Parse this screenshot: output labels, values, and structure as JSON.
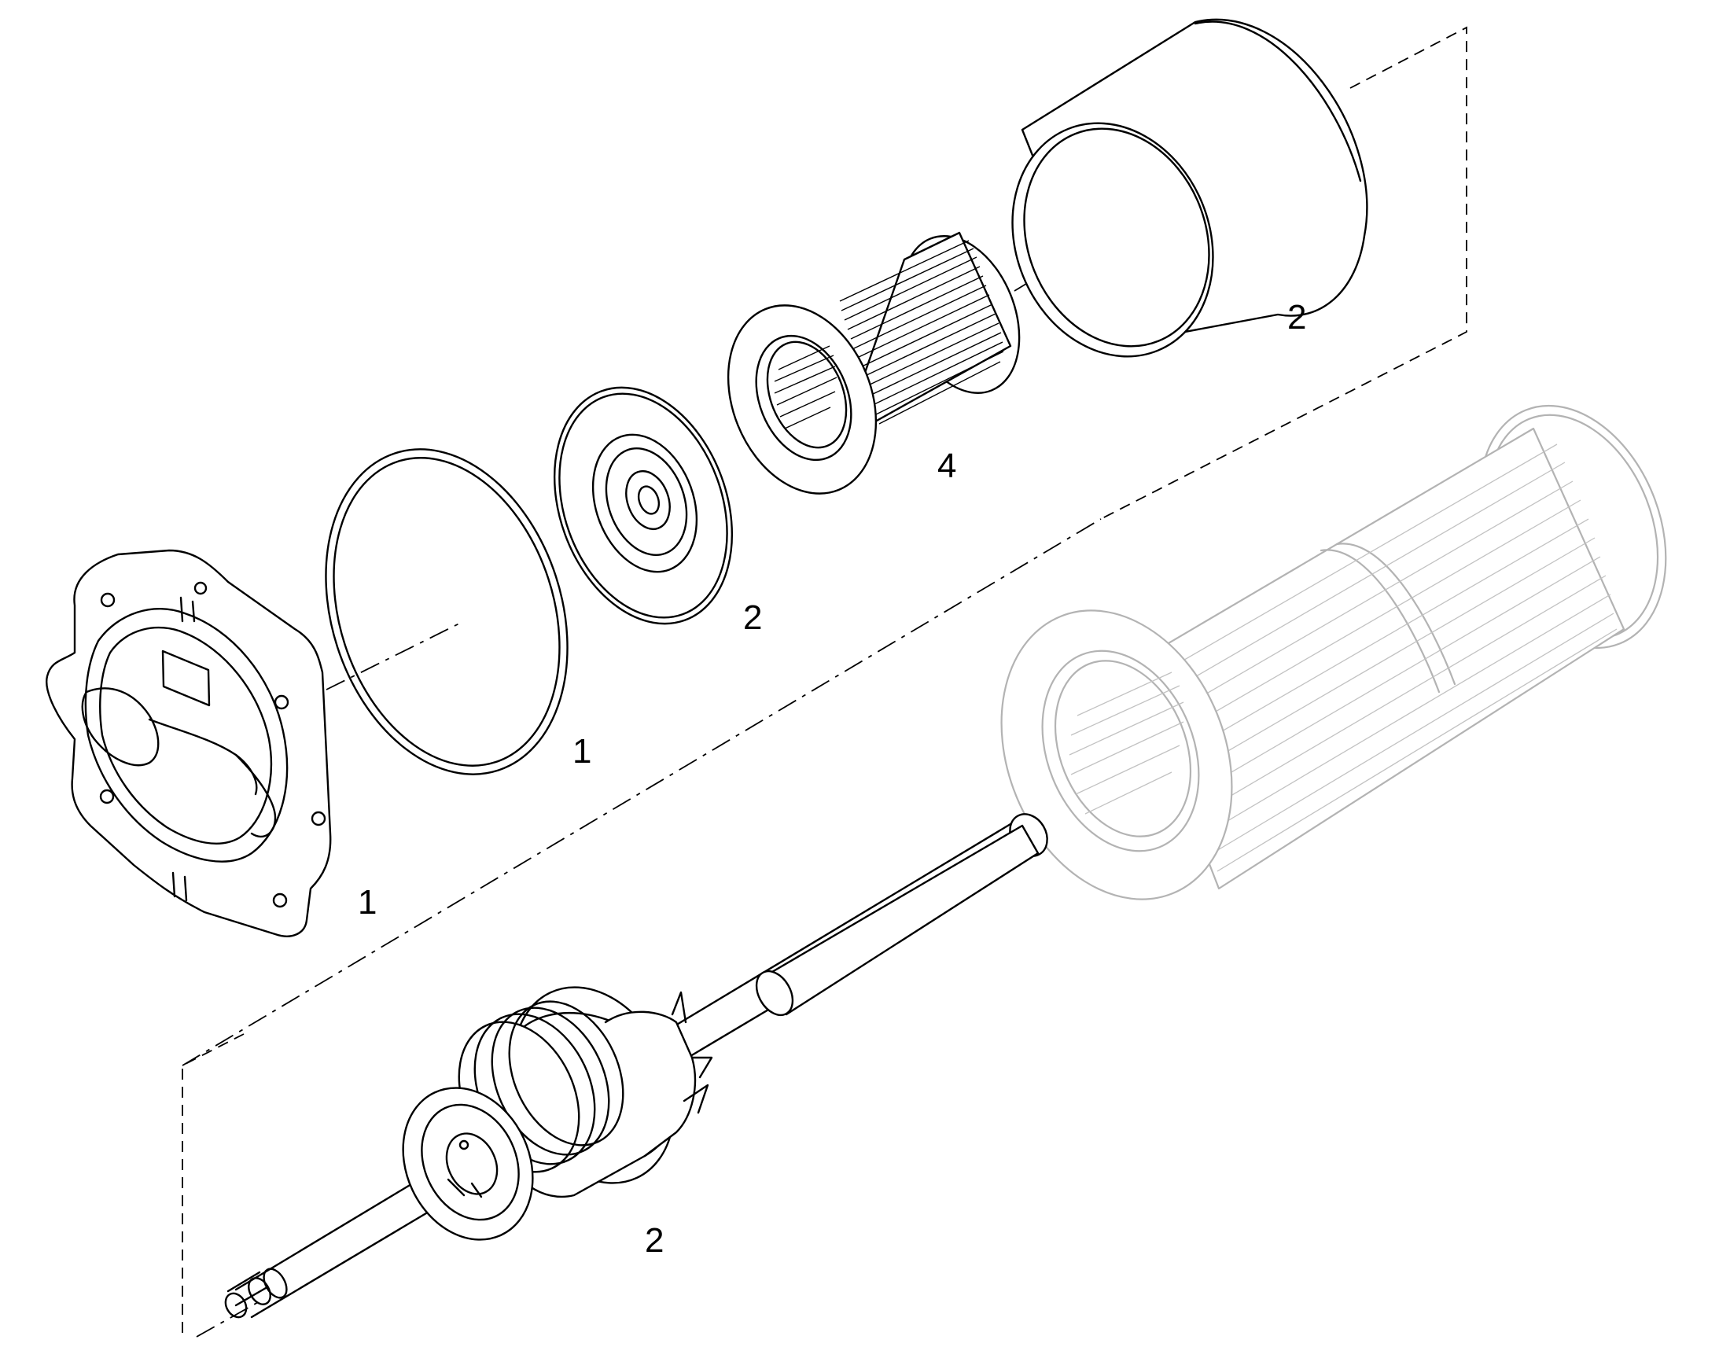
{
  "colors": {
    "line": "#000000",
    "ghost_part": "#b3b3b3",
    "background": "#ffffff"
  },
  "callouts": {
    "end_cover": "1",
    "o_ring": "1",
    "disc": "2",
    "inner_filter": "4",
    "outer_sleeve": "2",
    "shaft_assembly": "2"
  }
}
